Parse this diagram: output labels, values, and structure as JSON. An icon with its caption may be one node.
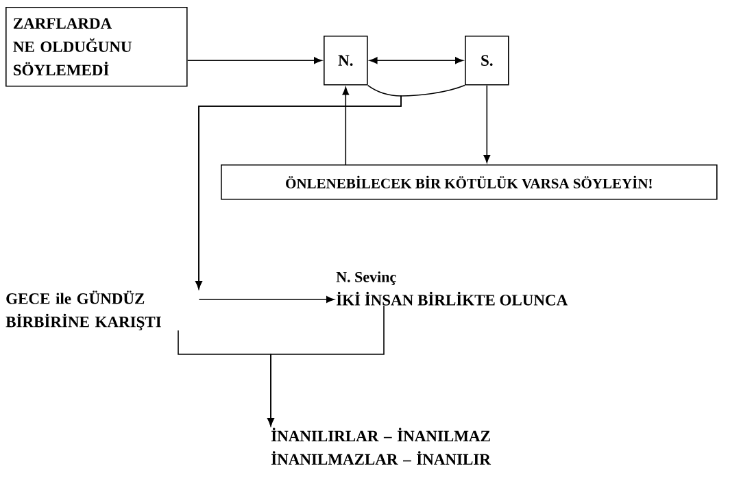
{
  "diagram": {
    "nodes": [
      {
        "text": [
          "ZARFLARDA NE OLDUĞUNU SÖYLEMEDİ"
        ]
      },
      {
        "text": [
          "N."
        ]
      },
      {
        "text": [
          "S."
        ]
      },
      {
        "text": [
          "ÖNLENEBİLECEK BİR KÖTÜLÜK VARSA SÖYLEYİN!"
        ]
      },
      {
        "text": [
          "GECE ile GÜNDÜZ BİRBİRİNE KARIŞTI"
        ]
      },
      {
        "text": [
          "N. Sevinç",
          "İKİ İNSAN BİRLİKTE OLUNCA"
        ]
      },
      {
        "text": [
          "İNANILIRLAR – İNANILMAZ İNANILMAZLAR – İNANILIR"
        ]
      }
    ],
    "edges": [
      {
        "from": 0,
        "to": 1,
        "arrow": "to"
      },
      {
        "from": 1,
        "to": 2,
        "arrow": "both"
      },
      {
        "from": 3,
        "to": 1,
        "arrow": "to"
      },
      {
        "from": 2,
        "to": 3,
        "arrow": "to"
      },
      {
        "from": 1,
        "to": 4,
        "arrow": "to"
      },
      {
        "from": 2,
        "to": 4,
        "arrow": "to"
      },
      {
        "from": 4,
        "to": 5,
        "arrow": "to"
      },
      {
        "from": 4,
        "to": 6,
        "arrow": "to"
      },
      {
        "from": 5,
        "to": 6,
        "arrow": "to"
      }
    ]
  }
}
